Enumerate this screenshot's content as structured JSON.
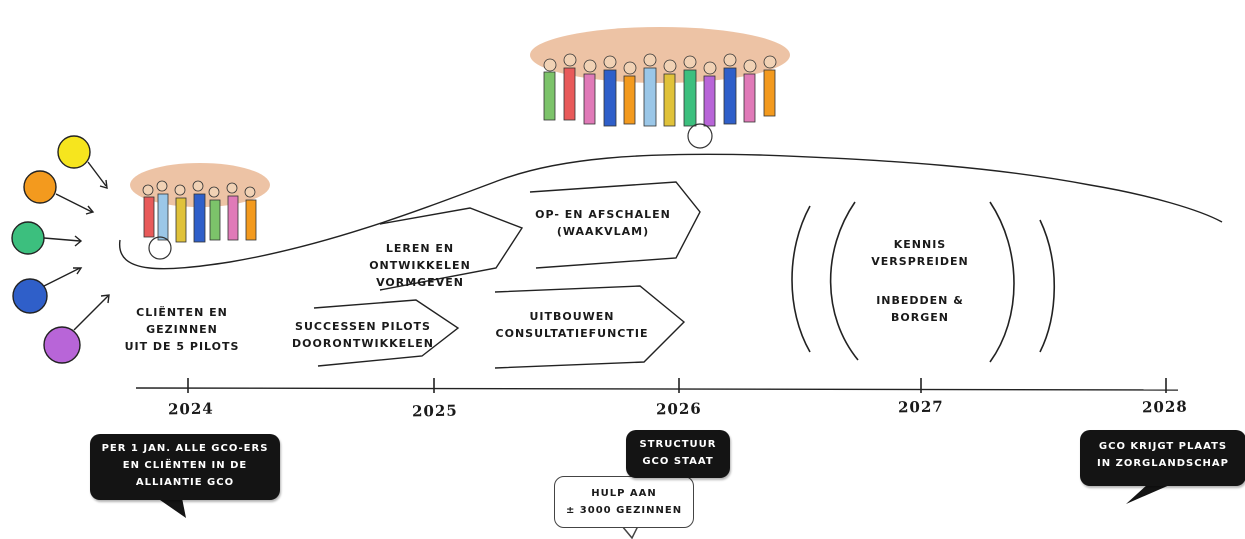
{
  "left_label": [
    "Cliënten en",
    "gezinnen",
    "uit de 5 pilots"
  ],
  "arrows": {
    "leren": [
      "Leren en ontwikkelen",
      "vormgeven"
    ],
    "successen": [
      "Successen pilots",
      "doorontwikkelen"
    ],
    "op_af": [
      "Op- en afschalen",
      "(waakvlam)"
    ],
    "uitbouwen": [
      "Uitbouwen",
      "consultatiefunctie"
    ]
  },
  "kennis": {
    "line1": [
      "Kennis",
      "verspreiden"
    ],
    "line2": [
      "Inbedden &",
      "borgen"
    ]
  },
  "years": [
    "2024",
    "2025",
    "2026",
    "2027",
    "2028"
  ],
  "bubbles": {
    "jan": [
      "Per 1 jan. alle GCO-ers",
      "en cliënten in de",
      "alliantie GCO"
    ],
    "structuur": [
      "Structuur",
      "GCO staat"
    ],
    "hulp": [
      "Hulp aan",
      "± 3000 gezinnen"
    ],
    "plaats": [
      "GCO krijgt plaats",
      "in zorglandschap"
    ]
  },
  "colors": {
    "yellow": "#f6e51e",
    "orange": "#f39a1e",
    "green": "#3cbf7e",
    "blue": "#2f5fc9",
    "purple": "#b865d8",
    "crowd_bg": "#e9b48e"
  }
}
